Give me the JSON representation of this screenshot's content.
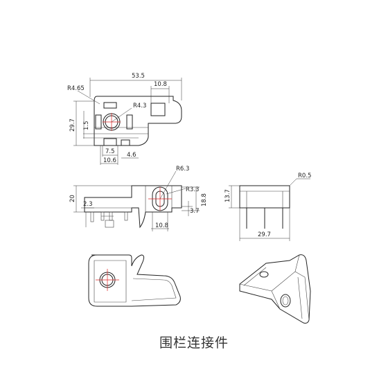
{
  "caption": "围栏连接件",
  "top_view": {
    "dims": {
      "width_total": "53.5",
      "slot_width": "10.8",
      "corner_radius": "R4.65",
      "hole_radius": "R4.3",
      "height": "29.7",
      "small_left": "1.5",
      "slot_a": "7.5",
      "slot_b": "10.6",
      "offset": "4.6"
    }
  },
  "front_view": {
    "dims": {
      "height": "20",
      "small_h": "2.3",
      "arc_radius": "R6.3",
      "small_radius": "R3.3",
      "hole_h": "18.8",
      "hole_off": "3.7",
      "bottom_w": "10.8"
    }
  },
  "side_view": {
    "dims": {
      "corner_radius": "R0.5",
      "height": "13.7",
      "width": "29.7"
    }
  }
}
